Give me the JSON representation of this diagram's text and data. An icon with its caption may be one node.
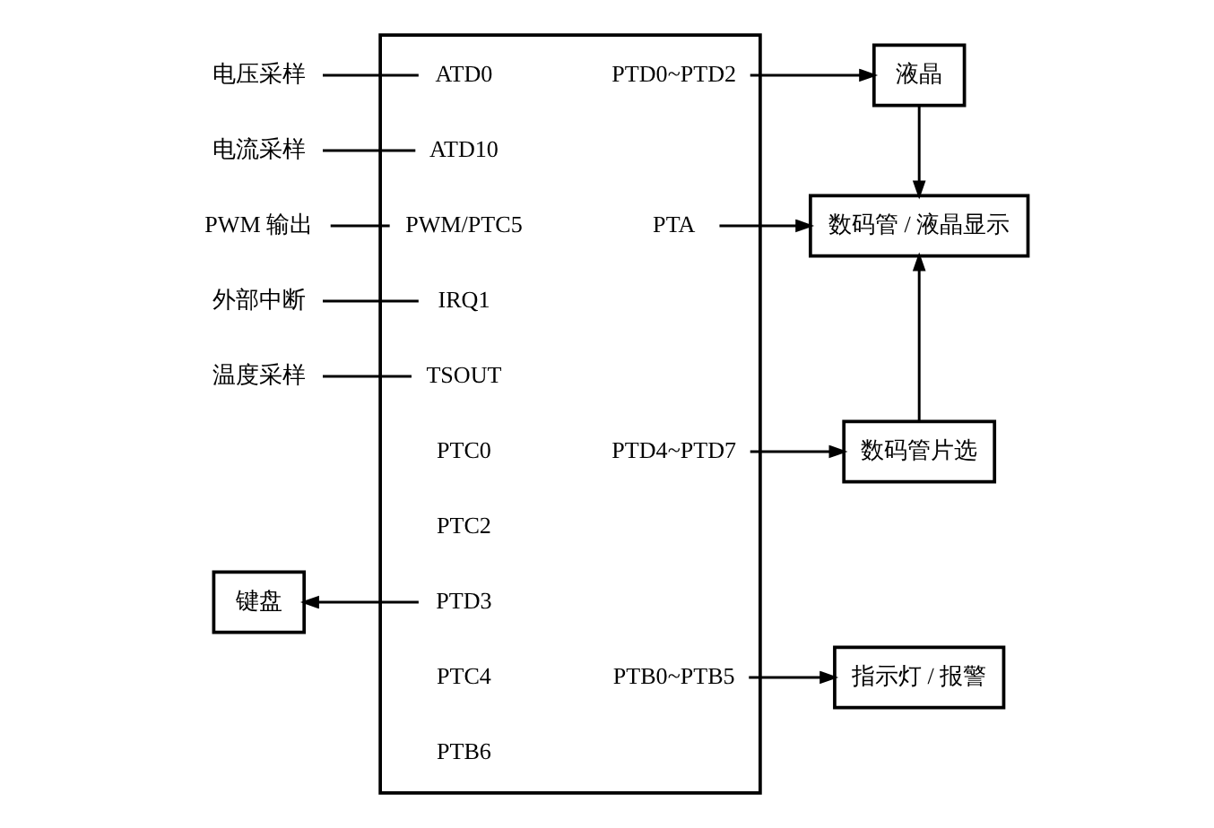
{
  "diagram": {
    "nodes": [
      {
        "text": [],
        "shape": "box"
      },
      {
        "text": [
          "电压采样"
        ]
      },
      {
        "text": [
          "电流采样"
        ]
      },
      {
        "text": [
          "PWM 输出"
        ]
      },
      {
        "text": [
          "外部中断"
        ]
      },
      {
        "text": [
          "温度采样"
        ]
      },
      {
        "text": [
          "键盘"
        ]
      },
      {
        "text": [
          "ATD0"
        ],
        "in": 0
      },
      {
        "text": [
          "ATD10"
        ],
        "in": 0
      },
      {
        "text": [
          "PWM/PTC5"
        ],
        "in": 0
      },
      {
        "text": [
          "IRQ1"
        ],
        "in": 0
      },
      {
        "text": [
          "TSOUT"
        ],
        "in": 0
      },
      {
        "text": [
          "PTC0"
        ],
        "in": 0
      },
      {
        "text": [
          "PTC2"
        ],
        "in": 0
      },
      {
        "text": [
          "PTD3"
        ],
        "in": 0
      },
      {
        "text": [
          "PTC4"
        ],
        "in": 0
      },
      {
        "text": [
          "PTB6"
        ],
        "in": 0
      },
      {
        "text": [
          "PTD0~PTD2"
        ],
        "in": 0
      },
      {
        "text": [
          "PTA"
        ],
        "in": 0
      },
      {
        "text": [
          "PTD4~PTD7"
        ],
        "in": 0
      },
      {
        "text": [
          "PTB0~PTB5"
        ],
        "in": 0
      },
      {
        "text": [
          "液晶"
        ]
      },
      {
        "text": [
          "数码管 / 液晶显示"
        ]
      },
      {
        "text": [
          "数码管片选"
        ]
      },
      {
        "text": [
          "指示灯 / 报警"
        ]
      }
    ],
    "edges": [
      {
        "from": 1,
        "to": 7,
        "arrow": "none"
      },
      {
        "from": 2,
        "to": 8,
        "arrow": "none"
      },
      {
        "from": 3,
        "to": 9,
        "arrow": "none"
      },
      {
        "from": 4,
        "to": 10,
        "arrow": "none"
      },
      {
        "from": 5,
        "to": 11,
        "arrow": "none"
      },
      {
        "from": 14,
        "to": 6,
        "arrow": "to"
      },
      {
        "from": 17,
        "to": 21,
        "arrow": "to"
      },
      {
        "from": 21,
        "to": 22,
        "arrow": "to"
      },
      {
        "from": 18,
        "to": 22,
        "arrow": "to"
      },
      {
        "from": 19,
        "to": 23,
        "arrow": "to"
      },
      {
        "from": 23,
        "to": 22,
        "arrow": "to"
      },
      {
        "from": 20,
        "to": 24,
        "arrow": "to"
      }
    ]
  }
}
